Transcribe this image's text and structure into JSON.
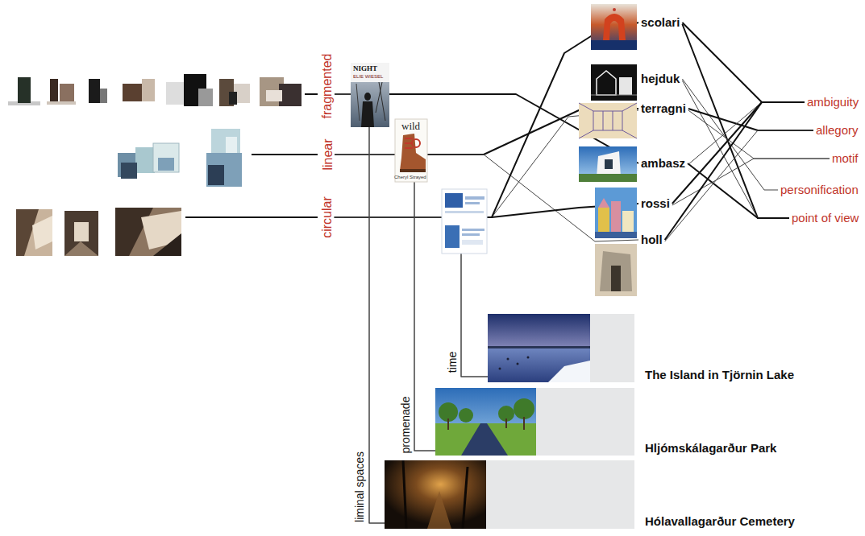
{
  "diagram": {
    "nodes": [
      {
        "text": [
          "fragmented"
        ]
      },
      {
        "text": [
          "linear"
        ]
      },
      {
        "text": [
          "circular"
        ]
      },
      {
        "text": [
          "scolari"
        ]
      },
      {
        "text": [
          "hejduk"
        ]
      },
      {
        "text": [
          "terragni"
        ]
      },
      {
        "text": [
          "ambasz"
        ]
      },
      {
        "text": [
          "rossi"
        ]
      },
      {
        "text": [
          "holl"
        ]
      },
      {
        "text": [
          "ambiguity"
        ]
      },
      {
        "text": [
          "allegory"
        ]
      },
      {
        "text": [
          "motif"
        ]
      },
      {
        "text": [
          "personification"
        ]
      },
      {
        "text": [
          "point of view"
        ]
      },
      {
        "text": [
          "The Island in Tjörnin Lake"
        ]
      },
      {
        "text": [
          "Hljómskálagarður Park"
        ]
      },
      {
        "text": [
          "Hólavallagarður Cemetery"
        ]
      }
    ],
    "edges": [
      {
        "from": 0,
        "to": 6,
        "arrow": "none"
      },
      {
        "from": 1,
        "to": 5,
        "arrow": "none"
      },
      {
        "from": 1,
        "to": 8,
        "arrow": "none"
      },
      {
        "from": 2,
        "to": 3,
        "arrow": "none"
      },
      {
        "from": 2,
        "to": 5,
        "arrow": "none"
      },
      {
        "from": 2,
        "to": 7,
        "arrow": "none"
      },
      {
        "from": 3,
        "to": 9,
        "arrow": "none"
      },
      {
        "from": 3,
        "to": 13,
        "arrow": "none"
      },
      {
        "from": 4,
        "to": 12,
        "arrow": "none"
      },
      {
        "from": 4,
        "to": 13,
        "arrow": "none"
      },
      {
        "from": 5,
        "to": 10,
        "arrow": "none"
      },
      {
        "from": 5,
        "to": 11,
        "arrow": "none"
      },
      {
        "from": 6,
        "to": 13,
        "arrow": "none"
      },
      {
        "from": 6,
        "to": 9,
        "arrow": "none"
      },
      {
        "from": 7,
        "to": 9,
        "arrow": "none"
      },
      {
        "from": 7,
        "to": 11,
        "arrow": "none"
      },
      {
        "from": 8,
        "to": 9,
        "arrow": "none"
      },
      {
        "from": 8,
        "to": 10,
        "arrow": "none"
      },
      {
        "from": 0,
        "to": 16,
        "label": "liminal spaces",
        "arrow": "none"
      },
      {
        "from": 1,
        "to": 15,
        "label": "promenade",
        "arrow": "none"
      },
      {
        "from": 2,
        "to": 14,
        "label": "time",
        "arrow": "none"
      }
    ],
    "labels": [
      "NIGHT",
      "ELIE WIESEL",
      "wild",
      "Cheryl Strayed"
    ]
  }
}
